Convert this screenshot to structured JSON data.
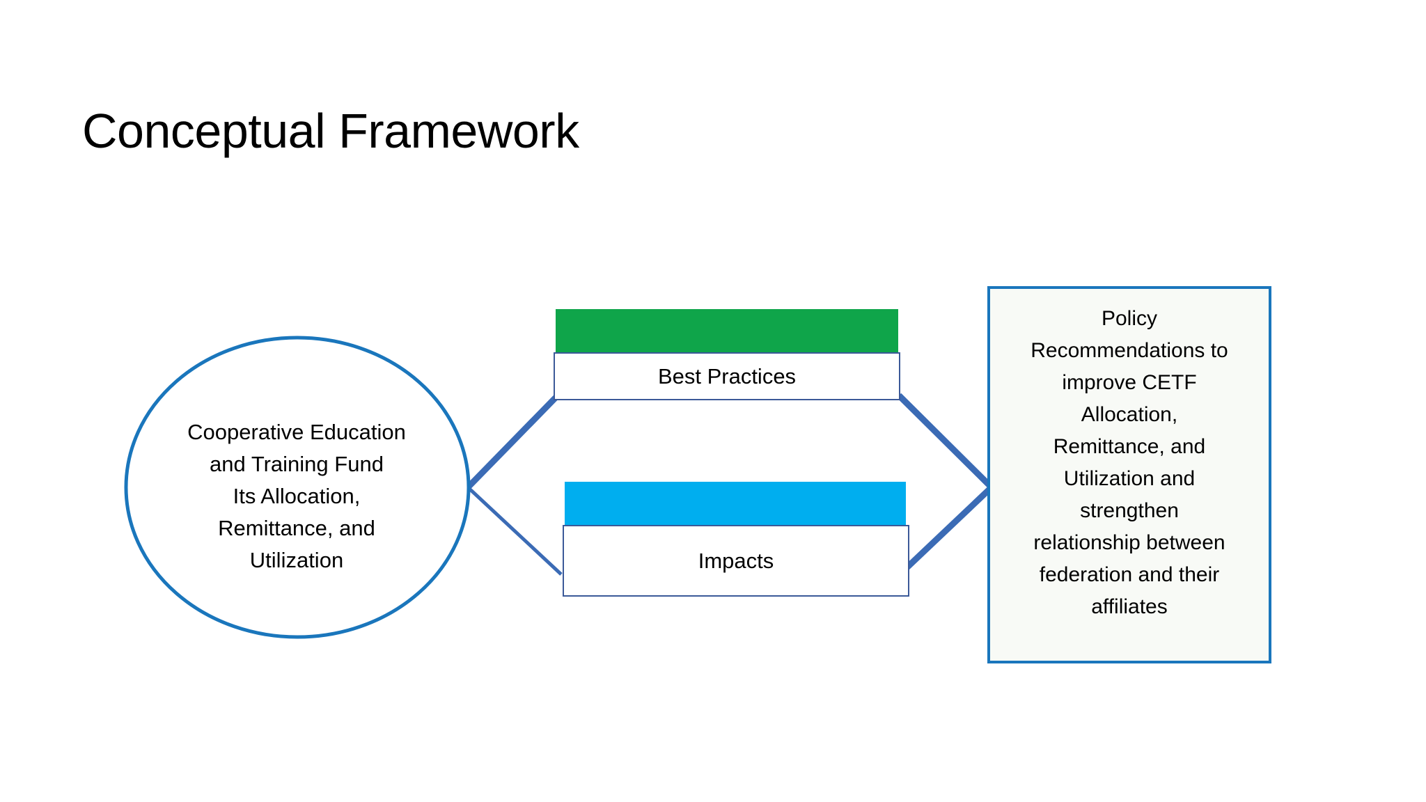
{
  "slide": {
    "title": "Conceptual Framework",
    "background_color": "#FFFFFF"
  },
  "diagram": {
    "type": "flow-diagram",
    "input_node": {
      "shape": "ellipse",
      "name": "cooperative-education-training-fund",
      "text": "Cooperative Education\nand Training Fund\nIts Allocation,\nRemittance, and\nUtilization",
      "stroke_color": "#1A76BC",
      "fill_color": "#FFFFFF"
    },
    "process_nodes": [
      {
        "name": "best-practices",
        "label": "Best Practices",
        "accent_color": "#0FA54A",
        "body_fill": "#FFFFFF",
        "border_color": "#3B5998"
      },
      {
        "name": "impacts",
        "label": "Impacts",
        "accent_color": "#00AEEF",
        "body_fill": "#FFFFFF",
        "border_color": "#3B5998"
      }
    ],
    "output_node": {
      "shape": "rectangle",
      "name": "policy-recommendations",
      "text": "Policy\nRecommendations to\nimprove CETF\nAllocation,\nRemittance, and\nUtilization and\nstrengthen\nrelationship between\nfederation and their\naffiliates",
      "stroke_color": "#1A76BC",
      "fill_color": "#F8FAF6"
    },
    "connectors": {
      "color": "#3B6BB5",
      "count": 4,
      "description": "Two lines fan out from the right edge of the ellipse to the left corners of the two process boxes; two lines converge from the right corners of the process boxes to the left edge of the policy recommendations box."
    }
  }
}
